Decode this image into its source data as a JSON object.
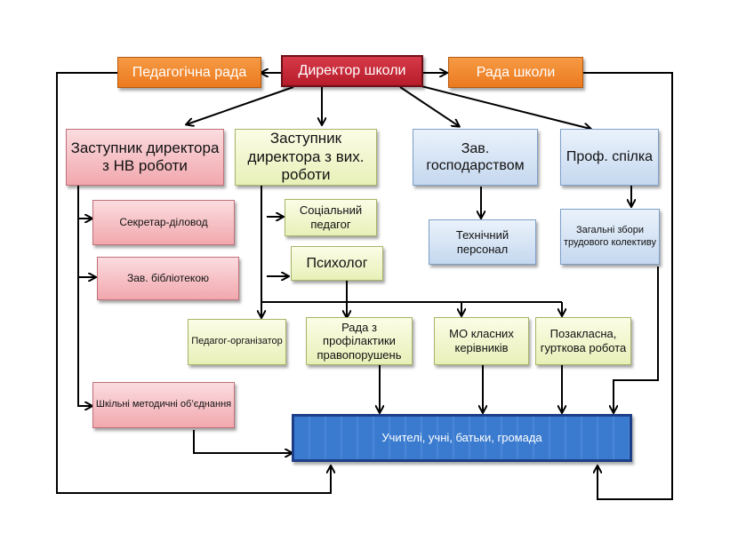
{
  "diagram": {
    "title": "Структура управління школою",
    "nodes": {
      "director": "Директор школи",
      "ped_council": "Педагогічна рада",
      "school_council": "Рада школи",
      "deputy_edu": "Заступник директора з НВ роботи",
      "deputy_upbr": "Заступник директора з вих. роботи",
      "head_household": "Зав. господарством",
      "trade_union": "Проф. спілка",
      "secretary": "Секретар-діловод",
      "librarian": "Зав. бібліотекою",
      "social_teacher": "Соціальний педагог",
      "psychologist": "Психолог",
      "tech_staff": "Технічний персонал",
      "general_meeting": "Загальні збори трудового колективу",
      "organizer": "Педагог-організатор",
      "prevention_council": "Рада з профілактики правопорушень",
      "class_teachers_mo": "МО класних керівників",
      "extracurricular": "Позакласна, гурткова робота",
      "method_unions": "Шкільні методичні об’єднання",
      "community": "Учителі, учні, батьки, громада"
    },
    "edges": [
      [
        "director",
        "ped_council"
      ],
      [
        "director",
        "school_council"
      ],
      [
        "director",
        "deputy_edu"
      ],
      [
        "director",
        "deputy_upbr"
      ],
      [
        "director",
        "head_household"
      ],
      [
        "director",
        "trade_union"
      ],
      [
        "deputy_edu",
        "secretary"
      ],
      [
        "deputy_edu",
        "librarian"
      ],
      [
        "deputy_edu",
        "method_unions"
      ],
      [
        "deputy_upbr",
        "social_teacher"
      ],
      [
        "deputy_upbr",
        "psychologist"
      ],
      [
        "deputy_upbr",
        "organizer"
      ],
      [
        "deputy_upbr",
        "prevention_council"
      ],
      [
        "deputy_upbr",
        "class_teachers_mo"
      ],
      [
        "deputy_upbr",
        "extracurricular"
      ],
      [
        "head_household",
        "tech_staff"
      ],
      [
        "trade_union",
        "general_meeting"
      ],
      [
        "prevention_council",
        "community"
      ],
      [
        "class_teachers_mo",
        "community"
      ],
      [
        "extracurricular",
        "community"
      ],
      [
        "general_meeting",
        "community"
      ],
      [
        "method_unions",
        "community"
      ],
      [
        "ped_council",
        "community"
      ],
      [
        "school_council",
        "community"
      ]
    ],
    "colors": {
      "top_level": "#ec7a1e",
      "director": "#b71c2b",
      "education_branch": "#f1a8ae",
      "upbringing_branch": "#e8f0b8",
      "service_branch": "#c5d8ef",
      "community": "#3a7bd0"
    }
  }
}
